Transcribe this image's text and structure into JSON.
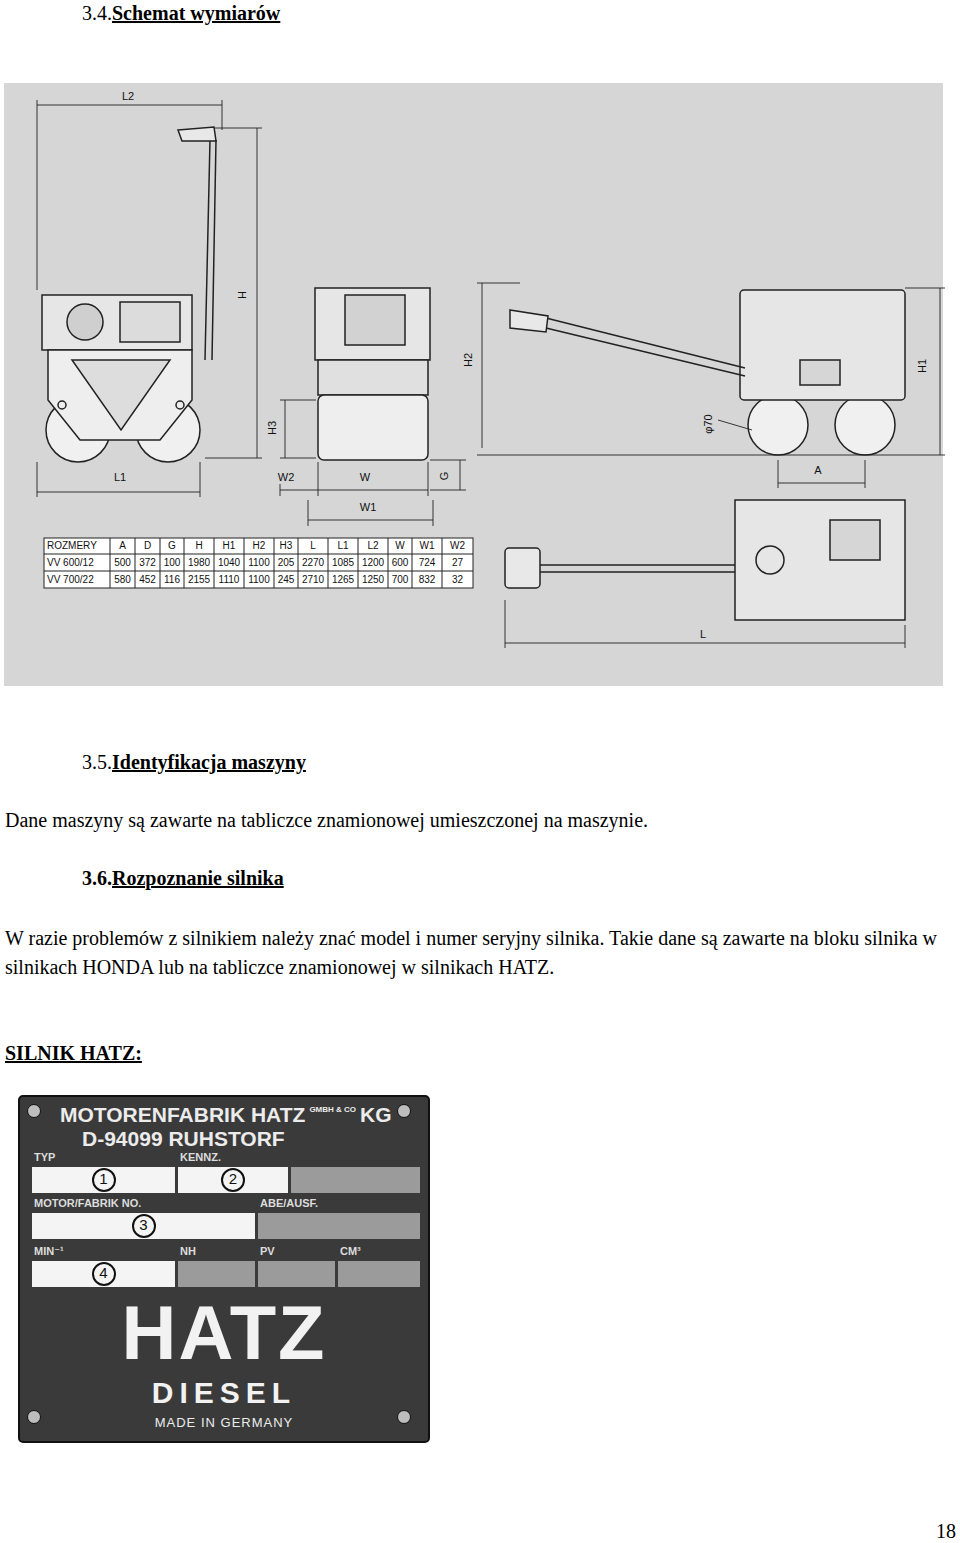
{
  "diagram": {
    "nodes": [
      {
        "text": [
          "MOTORENFABRIK HATZ",
          "GMBH & CO",
          "KG",
          "D-94099 RUHSTORF",
          "HATZ",
          "DIESEL",
          "MADE IN GERMANY"
        ]
      },
      {
        "text": [
          "TYP",
          "1"
        ],
        "in": 0
      },
      {
        "text": [
          "KENNZ.",
          "2"
        ],
        "in": 0
      },
      {
        "text": [
          "MOTOR/FABRIK NO.",
          "3"
        ],
        "in": 0
      },
      {
        "text": [
          "ABE/AUSF."
        ],
        "in": 0
      },
      {
        "text": [
          "MIN⁻¹",
          "4"
        ],
        "in": 0
      },
      {
        "text": [
          "NH"
        ],
        "in": 0
      },
      {
        "text": [
          "PV"
        ],
        "in": 0
      },
      {
        "text": [
          "CM³"
        ],
        "in": 0
      }
    ],
    "labels": [
      "3.4.",
      "Schemat wymiarów",
      "L2",
      "H",
      "H3",
      "W2",
      "W",
      "G",
      "W1",
      "L1",
      "H2",
      "H1",
      "φ70",
      "A",
      "L",
      "ROZMERY",
      "A",
      "D",
      "G",
      "H",
      "H1",
      "H2",
      "H3",
      "L",
      "L1",
      "L2",
      "W",
      "W1",
      "W2",
      "VV 600/12",
      "500",
      "372",
      "100",
      "1980",
      "1040",
      "1100",
      "205",
      "2270",
      "1085",
      "1200",
      "600",
      "724",
      "27",
      "VV 700/22",
      "580",
      "452",
      "116",
      "2155",
      "1110",
      "1100",
      "245",
      "2710",
      "1265",
      "1250",
      "700",
      "832",
      "32",
      "3.5.",
      "Identyfikacja maszyny",
      "Dane maszyny są zawarte na tabliczce znamionowej umieszczonej na maszynie.",
      "3.6.",
      "Rozpoznanie silnika",
      "W razie problemów z silnikiem należy znać model i numer seryjny silnika. Takie dane są zawarte na bloku silnika w silnikach HONDA lub na tabliczce znamionowej w silnikach HATZ.",
      "SILNIK HATZ:",
      "18"
    ]
  }
}
